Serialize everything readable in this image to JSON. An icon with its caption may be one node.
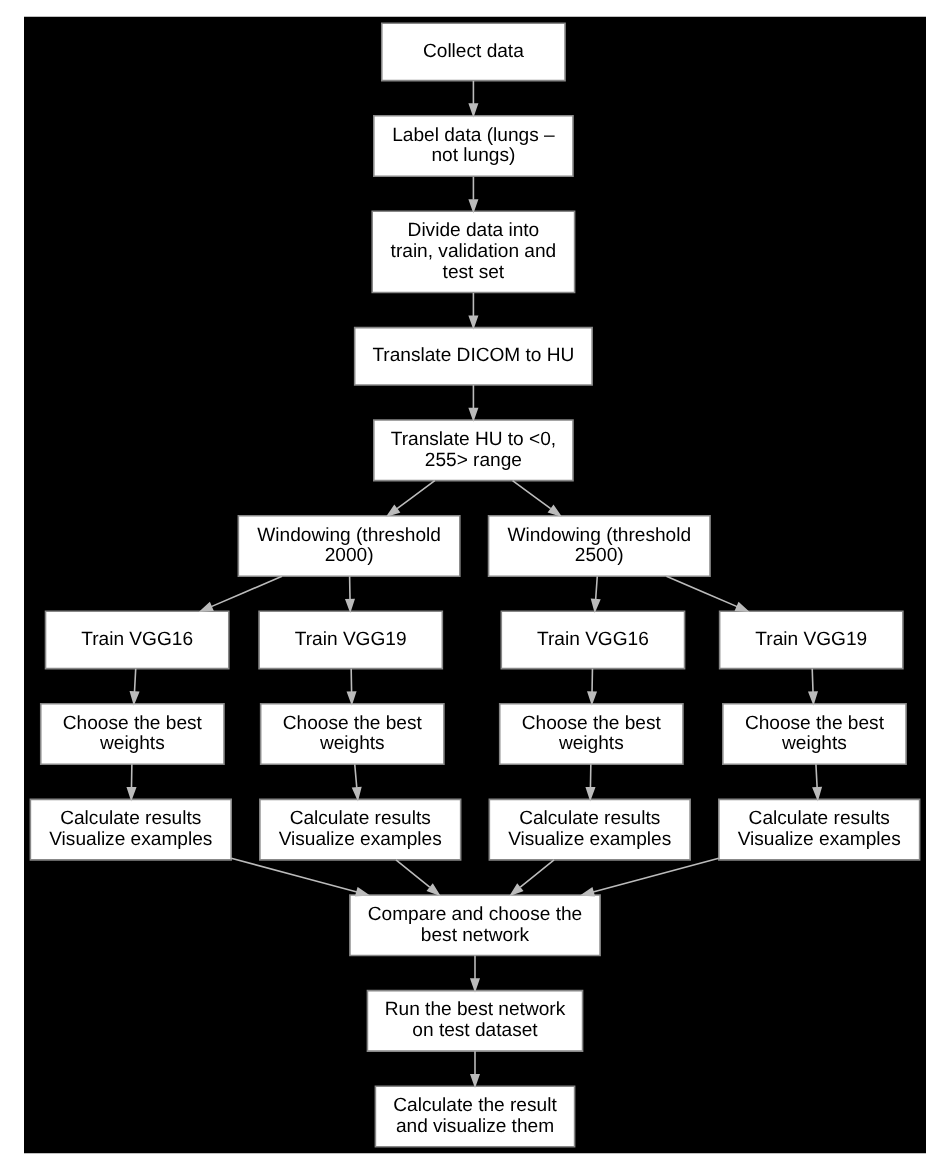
{
  "diagram": {
    "nodes": [
      {
        "text": [
          "Collect data"
        ]
      },
      {
        "text": [
          "Label data (lungs – not lungs)"
        ]
      },
      {
        "text": [
          "Divide data into train, validation and test set"
        ]
      },
      {
        "text": [
          "Translate DICOM to HU"
        ]
      },
      {
        "text": [
          "Translate HU to <0, 255> range"
        ]
      },
      {
        "text": [
          "Windowing (threshold 2000)"
        ]
      },
      {
        "text": [
          "Windowing (threshold 2500)"
        ]
      },
      {
        "text": [
          "Train VGG16"
        ]
      },
      {
        "text": [
          "Train VGG19"
        ]
      },
      {
        "text": [
          "Train VGG16"
        ]
      },
      {
        "text": [
          "Train VGG19"
        ]
      },
      {
        "text": [
          "Choose the best weights"
        ]
      },
      {
        "text": [
          "Choose the best weights"
        ]
      },
      {
        "text": [
          "Choose the best weights"
        ]
      },
      {
        "text": [
          "Choose the best weights"
        ]
      },
      {
        "text": [
          "Calculate results Visualize examples"
        ]
      },
      {
        "text": [
          "Calculate results Visualize examples"
        ]
      },
      {
        "text": [
          "Calculate results Visualize examples"
        ]
      },
      {
        "text": [
          "Calculate results Visualize examples"
        ]
      },
      {
        "text": [
          "Compare and choose the best network"
        ]
      },
      {
        "text": [
          "Run the best network on test dataset"
        ]
      },
      {
        "text": [
          "Calculate the result and visualize them"
        ]
      }
    ],
    "edges": [
      {
        "from": 0,
        "to": 1,
        "arrow": "to"
      },
      {
        "from": 1,
        "to": 2,
        "arrow": "to"
      },
      {
        "from": 2,
        "to": 3,
        "arrow": "to"
      },
      {
        "from": 3,
        "to": 4,
        "arrow": "to"
      },
      {
        "from": 4,
        "to": 5,
        "arrow": "to"
      },
      {
        "from": 4,
        "to": 6,
        "arrow": "to"
      },
      {
        "from": 5,
        "to": 7,
        "arrow": "to"
      },
      {
        "from": 5,
        "to": 8,
        "arrow": "to"
      },
      {
        "from": 6,
        "to": 9,
        "arrow": "to"
      },
      {
        "from": 6,
        "to": 10,
        "arrow": "to"
      },
      {
        "from": 7,
        "to": 11,
        "arrow": "to"
      },
      {
        "from": 8,
        "to": 12,
        "arrow": "to"
      },
      {
        "from": 9,
        "to": 13,
        "arrow": "to"
      },
      {
        "from": 10,
        "to": 14,
        "arrow": "to"
      },
      {
        "from": 11,
        "to": 15,
        "arrow": "to"
      },
      {
        "from": 12,
        "to": 16,
        "arrow": "to"
      },
      {
        "from": 13,
        "to": 17,
        "arrow": "to"
      },
      {
        "from": 14,
        "to": 18,
        "arrow": "to"
      },
      {
        "from": 15,
        "to": 19,
        "arrow": "to"
      },
      {
        "from": 16,
        "to": 19,
        "arrow": "to"
      },
      {
        "from": 17,
        "to": 19,
        "arrow": "to"
      },
      {
        "from": 18,
        "to": 19,
        "arrow": "to"
      },
      {
        "from": 19,
        "to": 20,
        "arrow": "to"
      },
      {
        "from": 20,
        "to": 21,
        "arrow": "to"
      }
    ]
  }
}
